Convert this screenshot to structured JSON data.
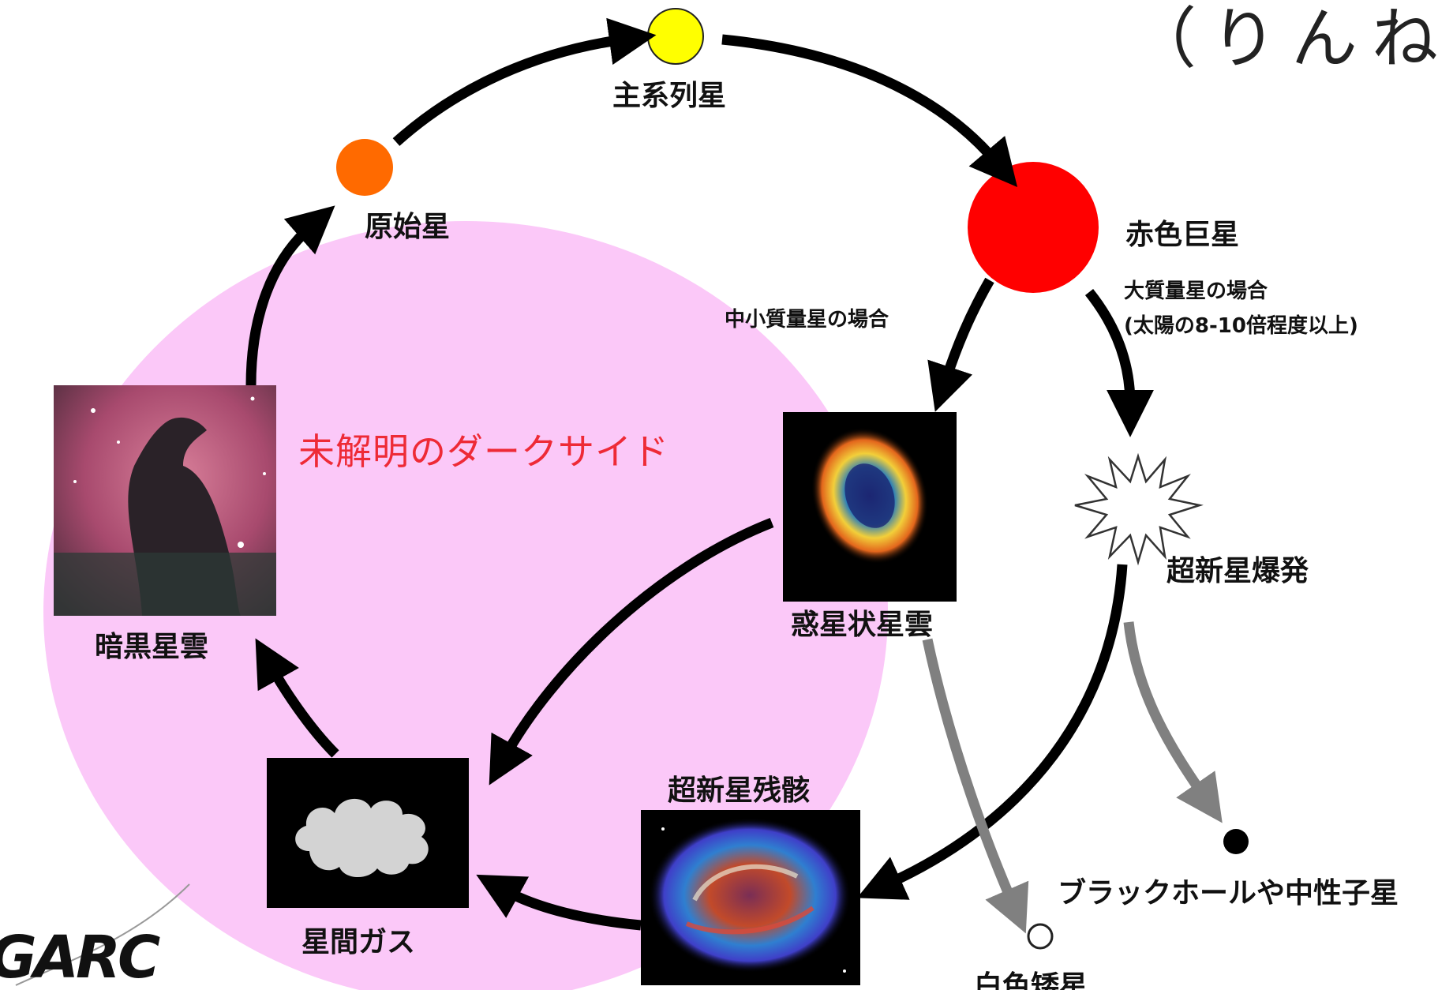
{
  "title_partial": "（りんね）",
  "dark_side_label": "未解明のダークサイド",
  "stages": {
    "protostar": "原始星",
    "main_sequence": "主系列星",
    "red_giant": "赤色巨星",
    "dark_nebula": "暗黒星雲",
    "planetary_nebula": "惑星状星雲",
    "supernova": "超新星爆発",
    "supernova_remnant": "超新星残骸",
    "interstellar_gas": "星間ガス",
    "white_dwarf": "白色矮星",
    "black_hole": "ブラックホールや中性子星"
  },
  "branches": {
    "low_mass": "中小質量星の場合",
    "high_mass_line1": "大質量星の場合",
    "high_mass_line2": "(太陽の8-10倍程度以上)"
  },
  "logo_text": "GARC",
  "colors": {
    "protostar": "#ff6a00",
    "main_sequence": "#ffff00",
    "red_giant": "#ff0000",
    "dark_side_region": "#fbc8f8",
    "dark_side_text": "#ee2a36",
    "arrow_main": "#000000",
    "arrow_end": "#808080"
  },
  "icons": {
    "supernova": "starburst-icon",
    "interstellar_gas": "cloud-icon",
    "white_dwarf": "hollow-circle-icon",
    "black_hole": "filled-circle-icon"
  }
}
